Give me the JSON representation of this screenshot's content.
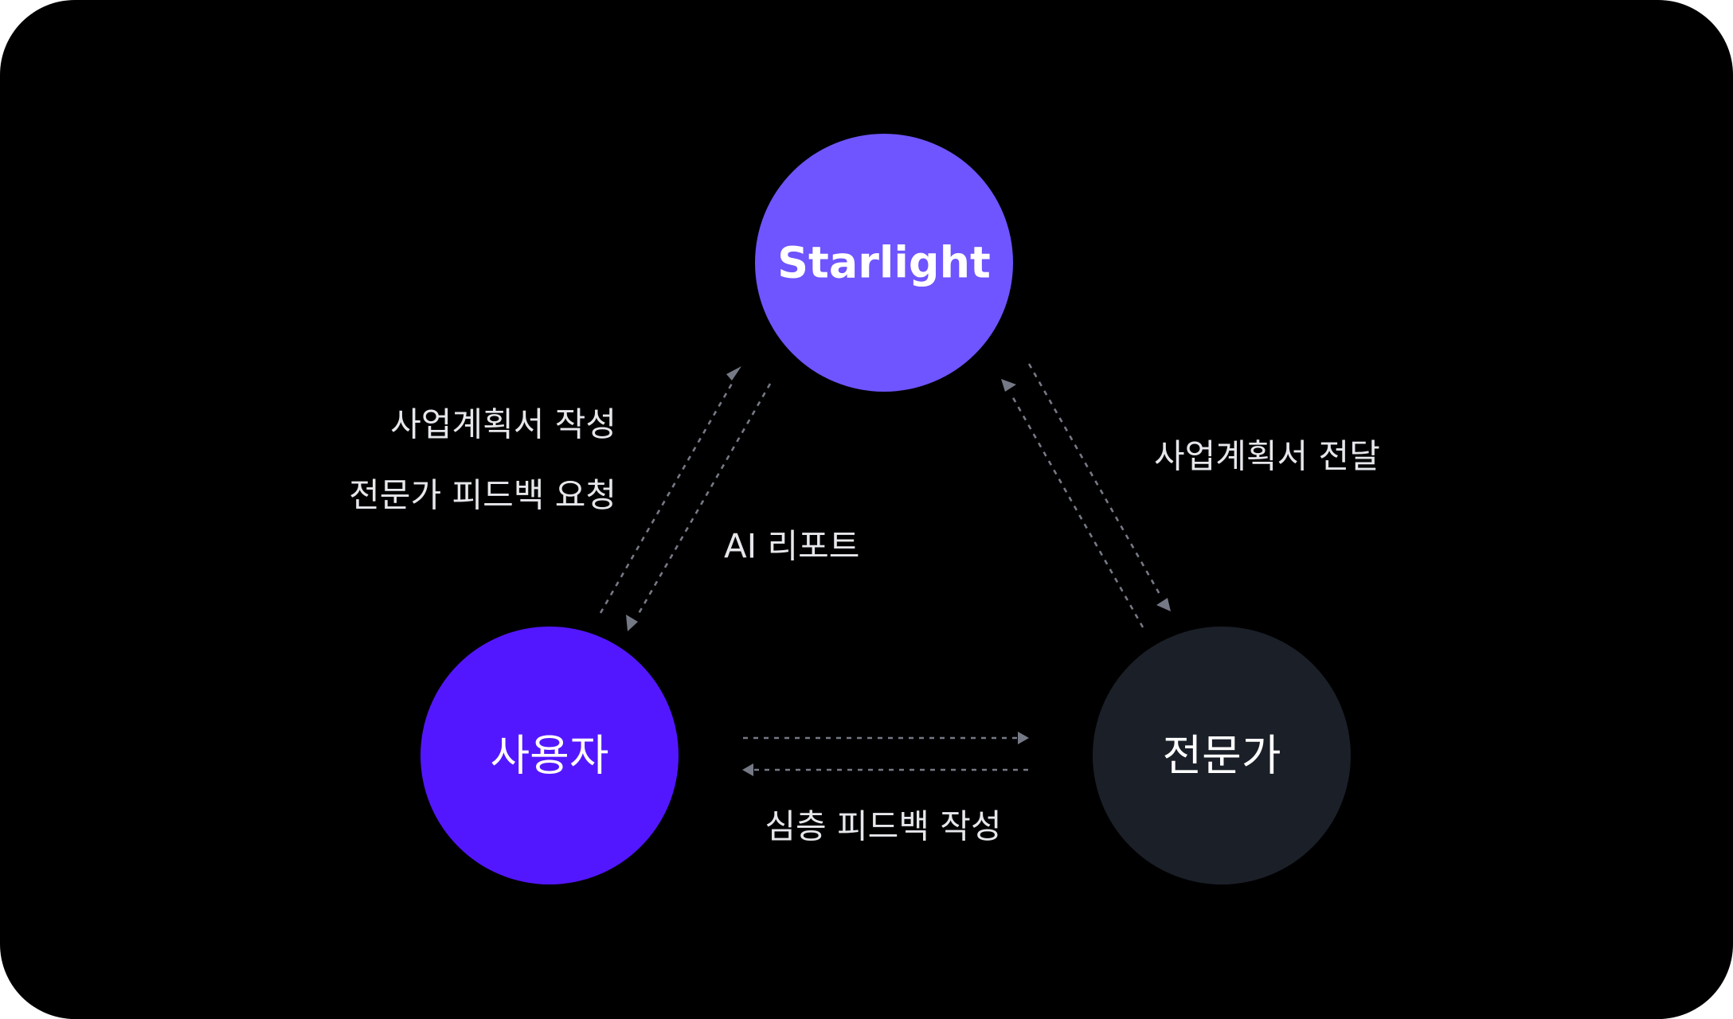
{
  "nodes": {
    "starlight": {
      "label": "Starlight",
      "color": "#6E55FF"
    },
    "user": {
      "label": "사용자",
      "color": "#5317FF"
    },
    "expert": {
      "label": "전문가",
      "color": "#1B1F28"
    }
  },
  "edges": {
    "user_to_starlight": [
      "사업계획서 작성",
      "전문가 피드백 요청"
    ],
    "starlight_to_user": "AI 리포트",
    "starlight_to_expert": "사업계획서 전달",
    "expert_to_user": "심층 피드백 작성"
  },
  "colors": {
    "background": "#000000",
    "arrow": "#757985",
    "text": "#E5E7EB"
  }
}
